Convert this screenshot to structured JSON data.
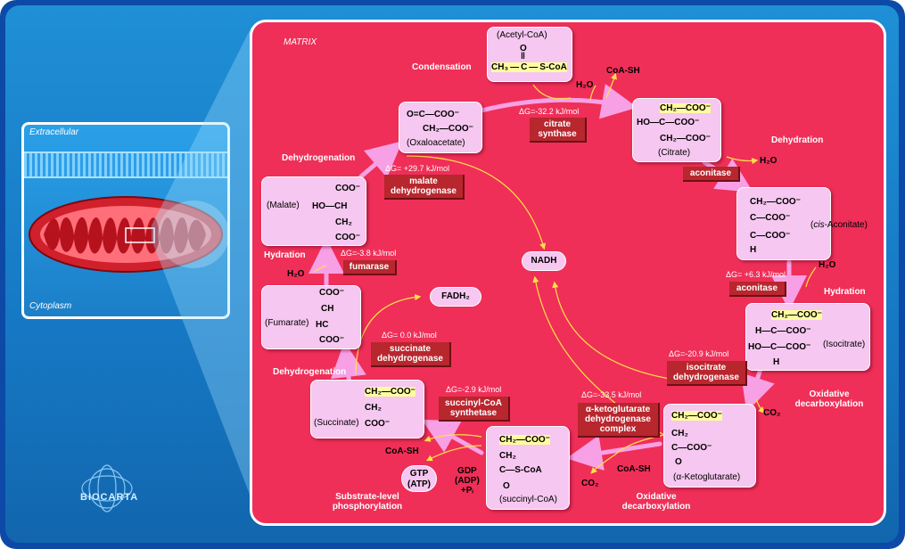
{
  "inset": {
    "extracellular": "Extracellular",
    "cytoplasm": "Cytoplasm"
  },
  "matrix_label": "MATRIX",
  "metabolites": {
    "acetyl_coa": {
      "name": "(Acetyl-CoA)",
      "l1": "O",
      "l2": "‖",
      "l3": "CH₃ — C — S-CoA"
    },
    "oxaloacetate": {
      "name": "(Oxaloacetate)",
      "l1": "O=C—COO⁻",
      "l2": "CH₂—COO⁻"
    },
    "citrate": {
      "name": "(Citrate)",
      "l1": "CH₂—COO⁻",
      "l2": "HO—C—COO⁻",
      "l3": "CH₂—COO⁻"
    },
    "cis_aconitate": {
      "name_pre": "(",
      "name_it": "cis",
      "name_post": "-Aconitate)",
      "l1": "CH₂—COO⁻",
      "l2": "C—COO⁻",
      "l3": "C—COO⁻",
      "l4": "H"
    },
    "isocitrate": {
      "name": "(Isocitrate)",
      "l1": "CH₂—COO⁻",
      "l2": "H—C—COO⁻",
      "l3": "HO—C—COO⁻",
      "l4": "H"
    },
    "alpha_ketoglutarate": {
      "name": "(α-Ketoglutarate)",
      "l1": "CH₂—COO⁻",
      "l2": "CH₂",
      "l3": "C—COO⁻",
      "l4": "O"
    },
    "succinyl_coa": {
      "name": "(succinyl-CoA)",
      "l1": "CH₂—COO⁻",
      "l2": "CH₂",
      "l3": "C—S-CoA",
      "l4": "O"
    },
    "succinate": {
      "name": "(Succinate)",
      "l1": "CH₂—COO⁻",
      "l2": "CH₂",
      "l3": "COO⁻"
    },
    "fumarate": {
      "name": "(Fumarate)",
      "l1": "COO⁻",
      "l2": "CH",
      "l3": "HC",
      "l4": "COO⁻"
    },
    "malate": {
      "name": "(Malate)",
      "l1": "COO⁻",
      "l2": "HO—CH",
      "l3": "CH₂",
      "l4": "COO⁻"
    }
  },
  "enzymes": {
    "citrate_synthase": "citrate\nsynthase",
    "aconitase1": "aconitase",
    "aconitase2": "aconitase",
    "isocitrate_dh": "isocitrate\ndehydrogenase",
    "akg_dh": "α-ketoglutarate\ndehydrogenase\ncomplex",
    "succinyl_coa_synthetase": "succinyl-CoA\nsynthetase",
    "succinate_dh": "succinate\ndehydrogenase",
    "fumarase": "fumarase",
    "malate_dh": "malate\ndehydrogenase"
  },
  "delta_g": {
    "citrate_synthase": "ΔG=-32.2 kJ/mol",
    "aconitase2": "ΔG= +6.3 kJ/mol",
    "isocitrate_dh": "ΔG=-20.9 kJ/mol",
    "akg_dh": "ΔG=-33.5 kJ/mol",
    "succinyl_coa_synthetase": "ΔG=-2.9 kJ/mol",
    "succinate_dh": "ΔG= 0.0 kJ/mol",
    "fumarase": "ΔG=-3.8 kJ/mol",
    "malate_dh": "ΔG= +29.7 kJ/mol"
  },
  "steps": {
    "condensation": "Condensation",
    "dehydration": "Dehydration",
    "hydration1": "Hydration",
    "ox_decarb1": "Oxidative\ndecarboxylation",
    "ox_decarb2": "Oxidative\ndecarboxylation",
    "substrate_level": "Substrate-level\nphosphorylation",
    "dehydrogenation1": "Dehydrogenation",
    "hydration2": "Hydration",
    "dehydrogenation2": "Dehydrogenation"
  },
  "side": {
    "coa_sh_1": "CoA-SH",
    "h2o_1": "H₂O",
    "h2o_dehydr": "H₂O",
    "h2o_hydr": "H₂O",
    "co2_1": "CO₂",
    "co2_2": "CO₂",
    "coa_sh_2": "CoA-SH",
    "coa_sh_3": "CoA-SH",
    "gdp": "GDP\n(ADP)\n+Pᵢ",
    "h2o_malate": "H₂O"
  },
  "cofactors": {
    "nadh": "NADH",
    "fadh2": "FADH₂",
    "gtp": "GTP\n(ATP)"
  },
  "logo": "BIOCARTA"
}
